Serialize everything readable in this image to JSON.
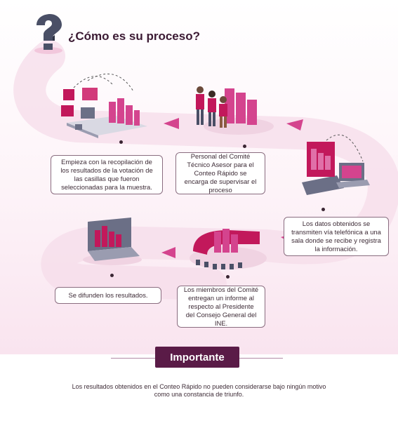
{
  "title": "¿Cómo es su proceso?",
  "steps": [
    {
      "text": "Empieza con la recopilación de los resultados de la votación de las casillas que fueron seleccionadas para la muestra."
    },
    {
      "text": "Personal del Comité Técnico Asesor para el Conteo Rápido se encarga de supervisar el proceso"
    },
    {
      "text": "Los datos obtenidos se transmiten vía telefónica a una sala donde se recibe y registra la información."
    },
    {
      "text": "Los miembros del Comité entregan un informe al respecto al Presidente del Consejo General del INE."
    },
    {
      "text": "Se difunden los resultados."
    }
  ],
  "important": {
    "label": "Importante",
    "note": "Los resultados obtenidos en el Conteo Rápido no pueden considerarse bajo ningún motivo como una constancia de triunfo."
  },
  "colors": {
    "magenta": "#c2185b",
    "dark_purple": "#5a1b47",
    "ribbon": "#f3d3e4",
    "laptop_gray": "#6b6f86"
  },
  "icons": [
    "question-mark-icon",
    "ballot-boxes-icon",
    "committee-people-icon",
    "phone-monitor-icon",
    "meeting-table-icon",
    "laptop-results-icon",
    "arrow-icon"
  ]
}
